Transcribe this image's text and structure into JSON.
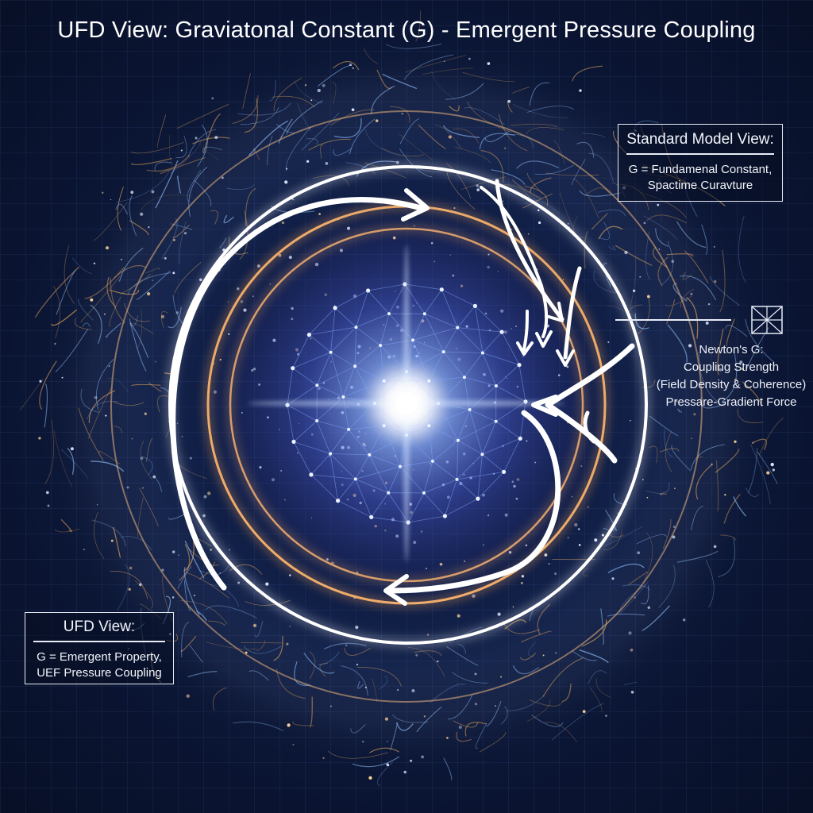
{
  "title": "UFD View: Graviatonal Constant (G) - Emergent Pressure Coupling",
  "standard_model": {
    "heading": "Standard Model View:",
    "line1": "G = Fundamenal Constant,",
    "line2": "Spactime Curavture"
  },
  "newton": {
    "line1": "Newton's G:",
    "line2": "Coupling Strength",
    "line3": "(Field Density & Coherence)",
    "line4": "Pressare-Gradient Force"
  },
  "ufd": {
    "heading": "UFD View:",
    "line1": "G = Emergent Property,",
    "line2": "UEF Pressure Coupling"
  },
  "colors": {
    "background": "#0b1530",
    "outer_ring": "#ffffff",
    "orange_ring": "#f0a35a",
    "core": "#ffffff",
    "lattice": "#7fa8ff",
    "filament_gold": "#d8a05a",
    "filament_blue": "#8ab8f0"
  }
}
